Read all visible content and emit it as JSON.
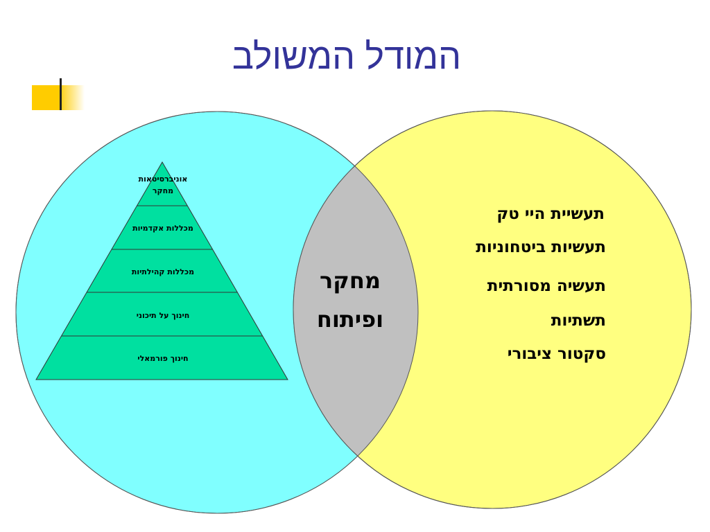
{
  "title": "המודל המשולב",
  "colors": {
    "title": "#333399",
    "left_circle": "#80ffff",
    "right_circle": "#ffff80",
    "overlap": "#c0c0c0",
    "pyramid": "#00e0a0",
    "accent": "#ffcc00"
  },
  "pyramid": {
    "levels": [
      {
        "lines": [
          "אוניברסיטאות",
          "מחקר"
        ]
      },
      {
        "lines": [
          "מכללות אקדמיות"
        ]
      },
      {
        "lines": [
          "מכללות קהילתיות"
        ]
      },
      {
        "lines": [
          "חינוך על תיכוני"
        ]
      },
      {
        "lines": [
          "חינוך פורמאלי"
        ]
      }
    ]
  },
  "overlap": {
    "line1": "מחקר",
    "line2": "ופיתוח"
  },
  "industries": [
    "תעשיית היי טק",
    "תעשיות ביטחוניות",
    "תעשיה מסורתית",
    "תשתיות",
    "סקטור ציבורי"
  ]
}
